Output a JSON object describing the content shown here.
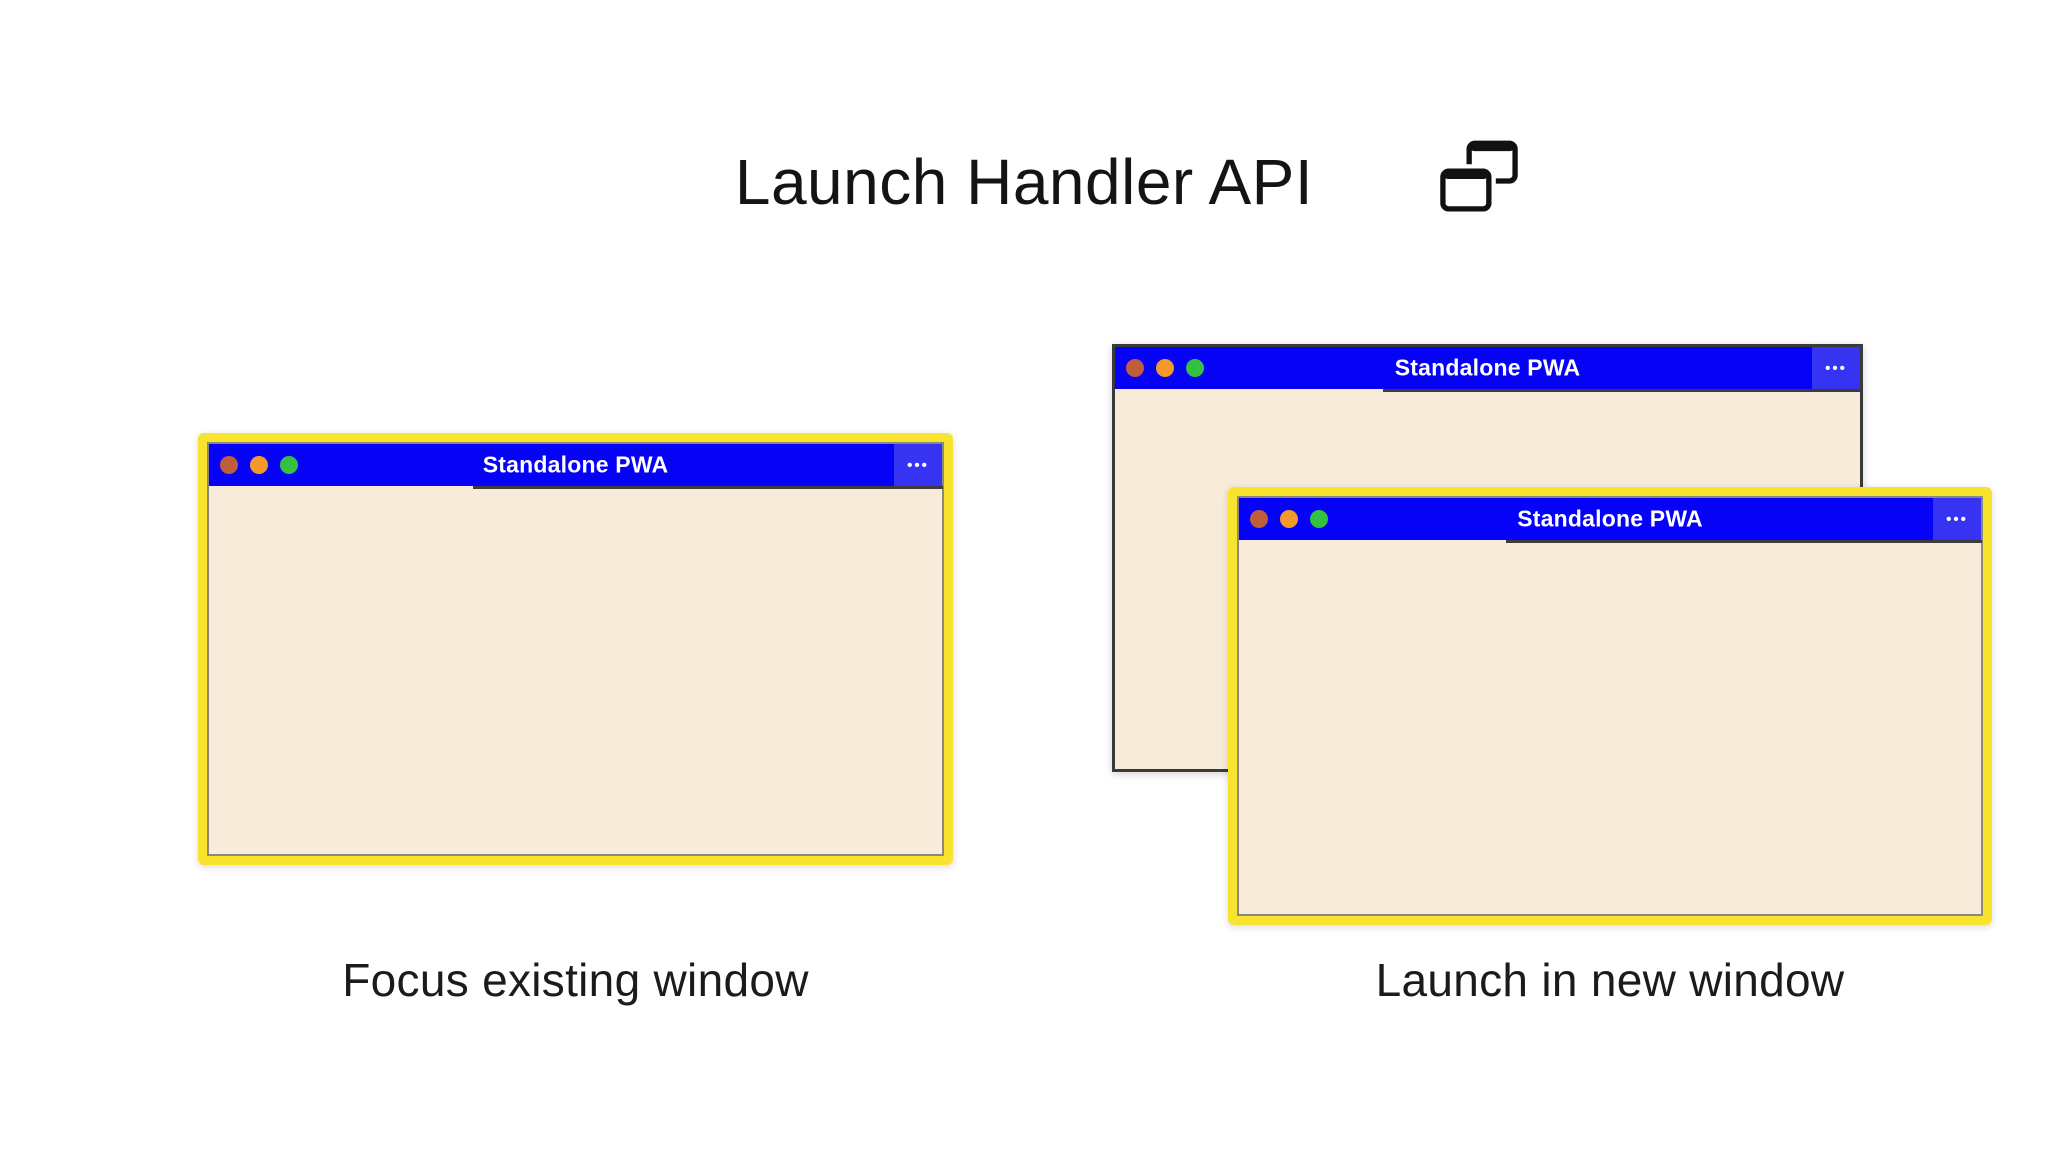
{
  "header": {
    "title": "Launch Handler API",
    "icon": "overlapping-windows"
  },
  "windows": {
    "left": {
      "title": "Standalone PWA",
      "menu_dots": "•••",
      "highlighted": true
    },
    "right_back": {
      "title": "Standalone PWA",
      "menu_dots": "•••",
      "highlighted": false
    },
    "right_front": {
      "title": "Standalone PWA",
      "menu_dots": "•••",
      "highlighted": true
    }
  },
  "captions": {
    "left": "Focus existing window",
    "right": "Launch in new window"
  },
  "colors": {
    "titlebar_blue": "#0602F8",
    "menu_box_blue": "#3733F3",
    "window_body_cream": "#F8EBDA",
    "highlight_yellow": "#F8E42F",
    "back_window_border": "#3A3A3A",
    "window_border_gray": "#8C8880",
    "traffic_lights": [
      "#BF5E3B",
      "#F49A2B",
      "#33C13F"
    ]
  }
}
